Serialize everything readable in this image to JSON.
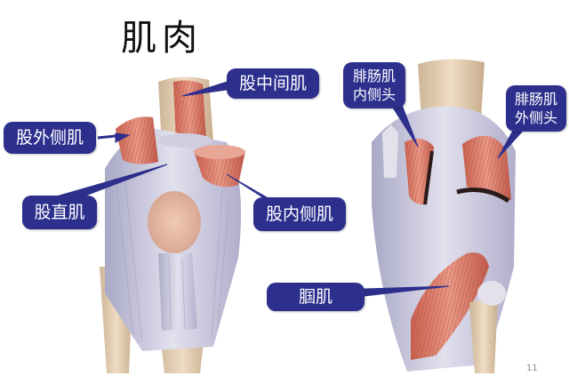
{
  "title": "肌肉",
  "page_number": "11",
  "colors": {
    "callout_bg": "#2c2f8c",
    "callout_text": "#ffffff",
    "muscle": "#d9796a",
    "tendon": "#c9c8dc",
    "bone": "#e3ccb0"
  },
  "left_figure": {
    "view": "anterior-knee",
    "labels": {
      "vastus_intermedius": "股中间肌",
      "vastus_lateralis": "股外侧肌",
      "rectus_femoris": "股直肌",
      "vastus_medialis": "股内侧肌"
    }
  },
  "right_figure": {
    "view": "posterior-knee",
    "labels": {
      "gastrocnemius_medial": "腓肠肌\n内侧头",
      "gastrocnemius_lateral": "腓肠肌\n外侧头",
      "popliteus": "腘肌"
    }
  }
}
